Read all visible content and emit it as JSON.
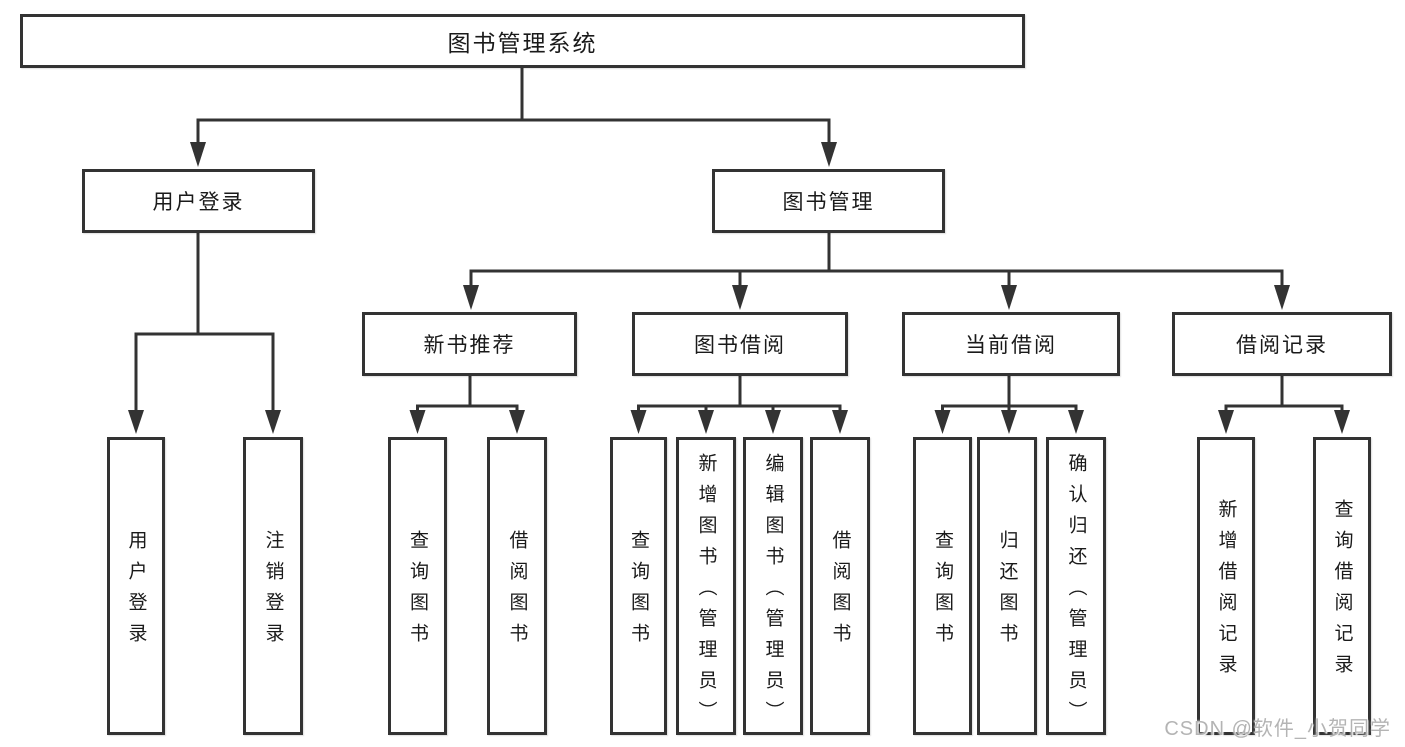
{
  "diagram": {
    "title": "图书管理系统",
    "level2": [
      {
        "label": "用户登录"
      },
      {
        "label": "图书管理"
      }
    ],
    "level3": [
      {
        "label": "新书推荐"
      },
      {
        "label": "图书借阅"
      },
      {
        "label": "当前借阅"
      },
      {
        "label": "借阅记录"
      }
    ],
    "leaves": [
      {
        "label": "用户登录"
      },
      {
        "label": "注销登录"
      },
      {
        "label": "查询图书"
      },
      {
        "label": "借阅图书"
      },
      {
        "label": "查询图书"
      },
      {
        "label": "新增图书（管理员）"
      },
      {
        "label": "编辑图书（管理员）"
      },
      {
        "label": "借阅图书"
      },
      {
        "label": "查询图书"
      },
      {
        "label": "归还图书"
      },
      {
        "label": "确认归还（管理员）"
      },
      {
        "label": "新增借阅记录"
      },
      {
        "label": "查询借阅记录"
      }
    ],
    "watermark": "CSDN @软件_小贺同学",
    "colors": {
      "line": "#333333",
      "text": "#1a1a1a",
      "watermark": "#b4b4b4",
      "background": "#ffffff"
    }
  }
}
